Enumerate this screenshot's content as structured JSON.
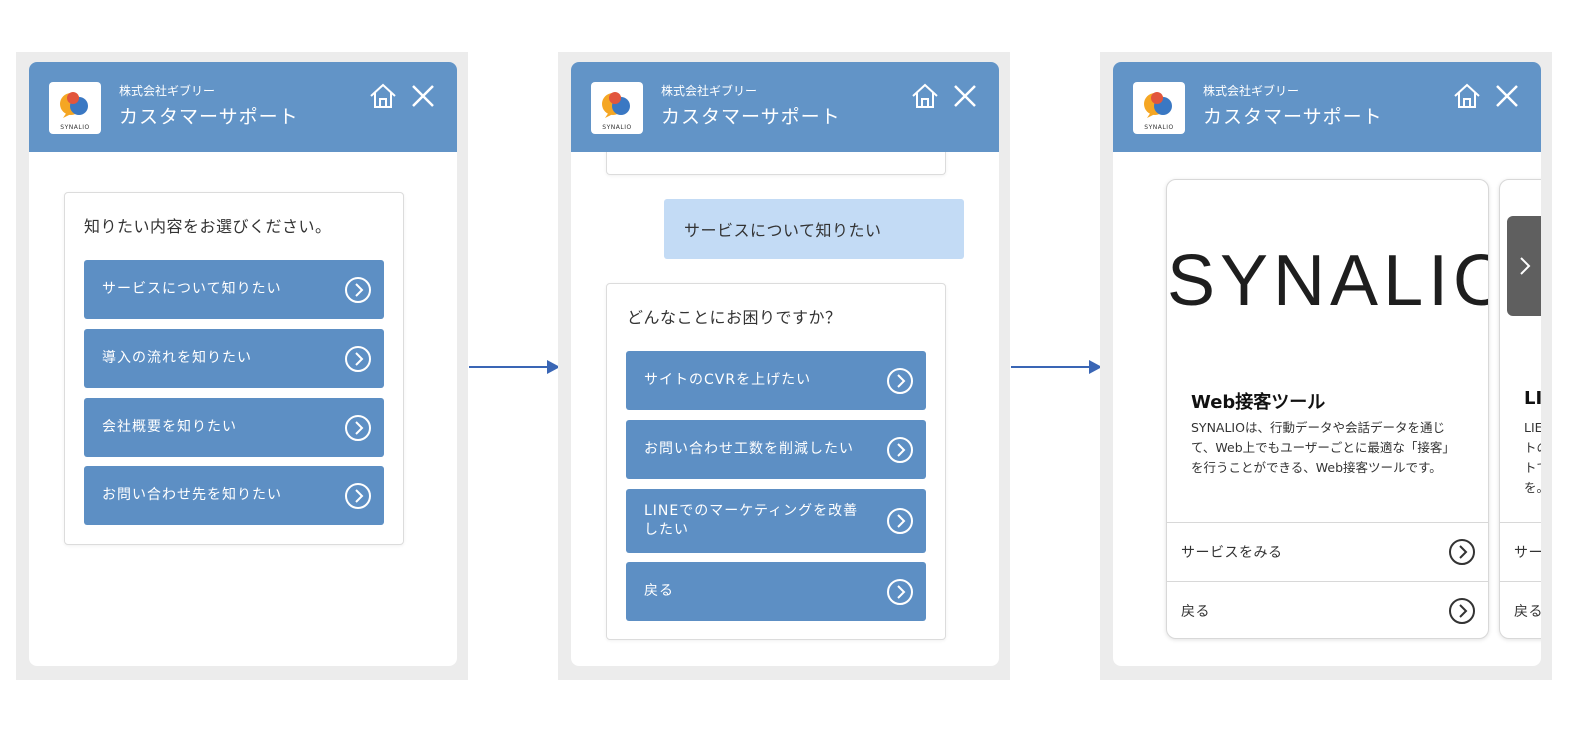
{
  "colors": {
    "header": "#6294c7",
    "button": "#5d8fc4",
    "bubble": "#c3dbf5",
    "arrow": "#3a66b5",
    "text": "#333333"
  },
  "header": {
    "company": "株式会社ギブリー",
    "service": "カスタマーサポート",
    "logo_text": "SYNALIO",
    "home_icon": "home-icon",
    "close_icon": "close-icon"
  },
  "panel1": {
    "prompt": "知りたい内容をお選びください。",
    "options": [
      "サービスについて知りたい",
      "導入の流れを知りたい",
      "会社概要を知りたい",
      "お問い合わせ先を知りたい"
    ]
  },
  "panel2": {
    "user_message": "サービスについて知りたい",
    "prompt": "どんなことにお困りですか？",
    "options": [
      "サイトのCVRを上げたい",
      "お問い合わせ工数を削減したい",
      "LINEでのマーケティングを改善したい",
      "戻る"
    ]
  },
  "panel3": {
    "card": {
      "logo": "SYNALIO",
      "title": "Web接客ツール",
      "description": "SYNALIOは、行動データや会話データを通じて、Web上でもユーザーごとに最適な「接客」を行うことができる、Web接客ツールです。",
      "buttons": [
        "サービスをみる",
        "戻る"
      ]
    },
    "next_card": {
      "title": "LI",
      "desc_lines": [
        "LIE",
        "トの",
        "トで",
        "を。"
      ],
      "buttons": [
        "サー",
        "戻る"
      ]
    },
    "next_icon": "chevron-right-icon"
  }
}
